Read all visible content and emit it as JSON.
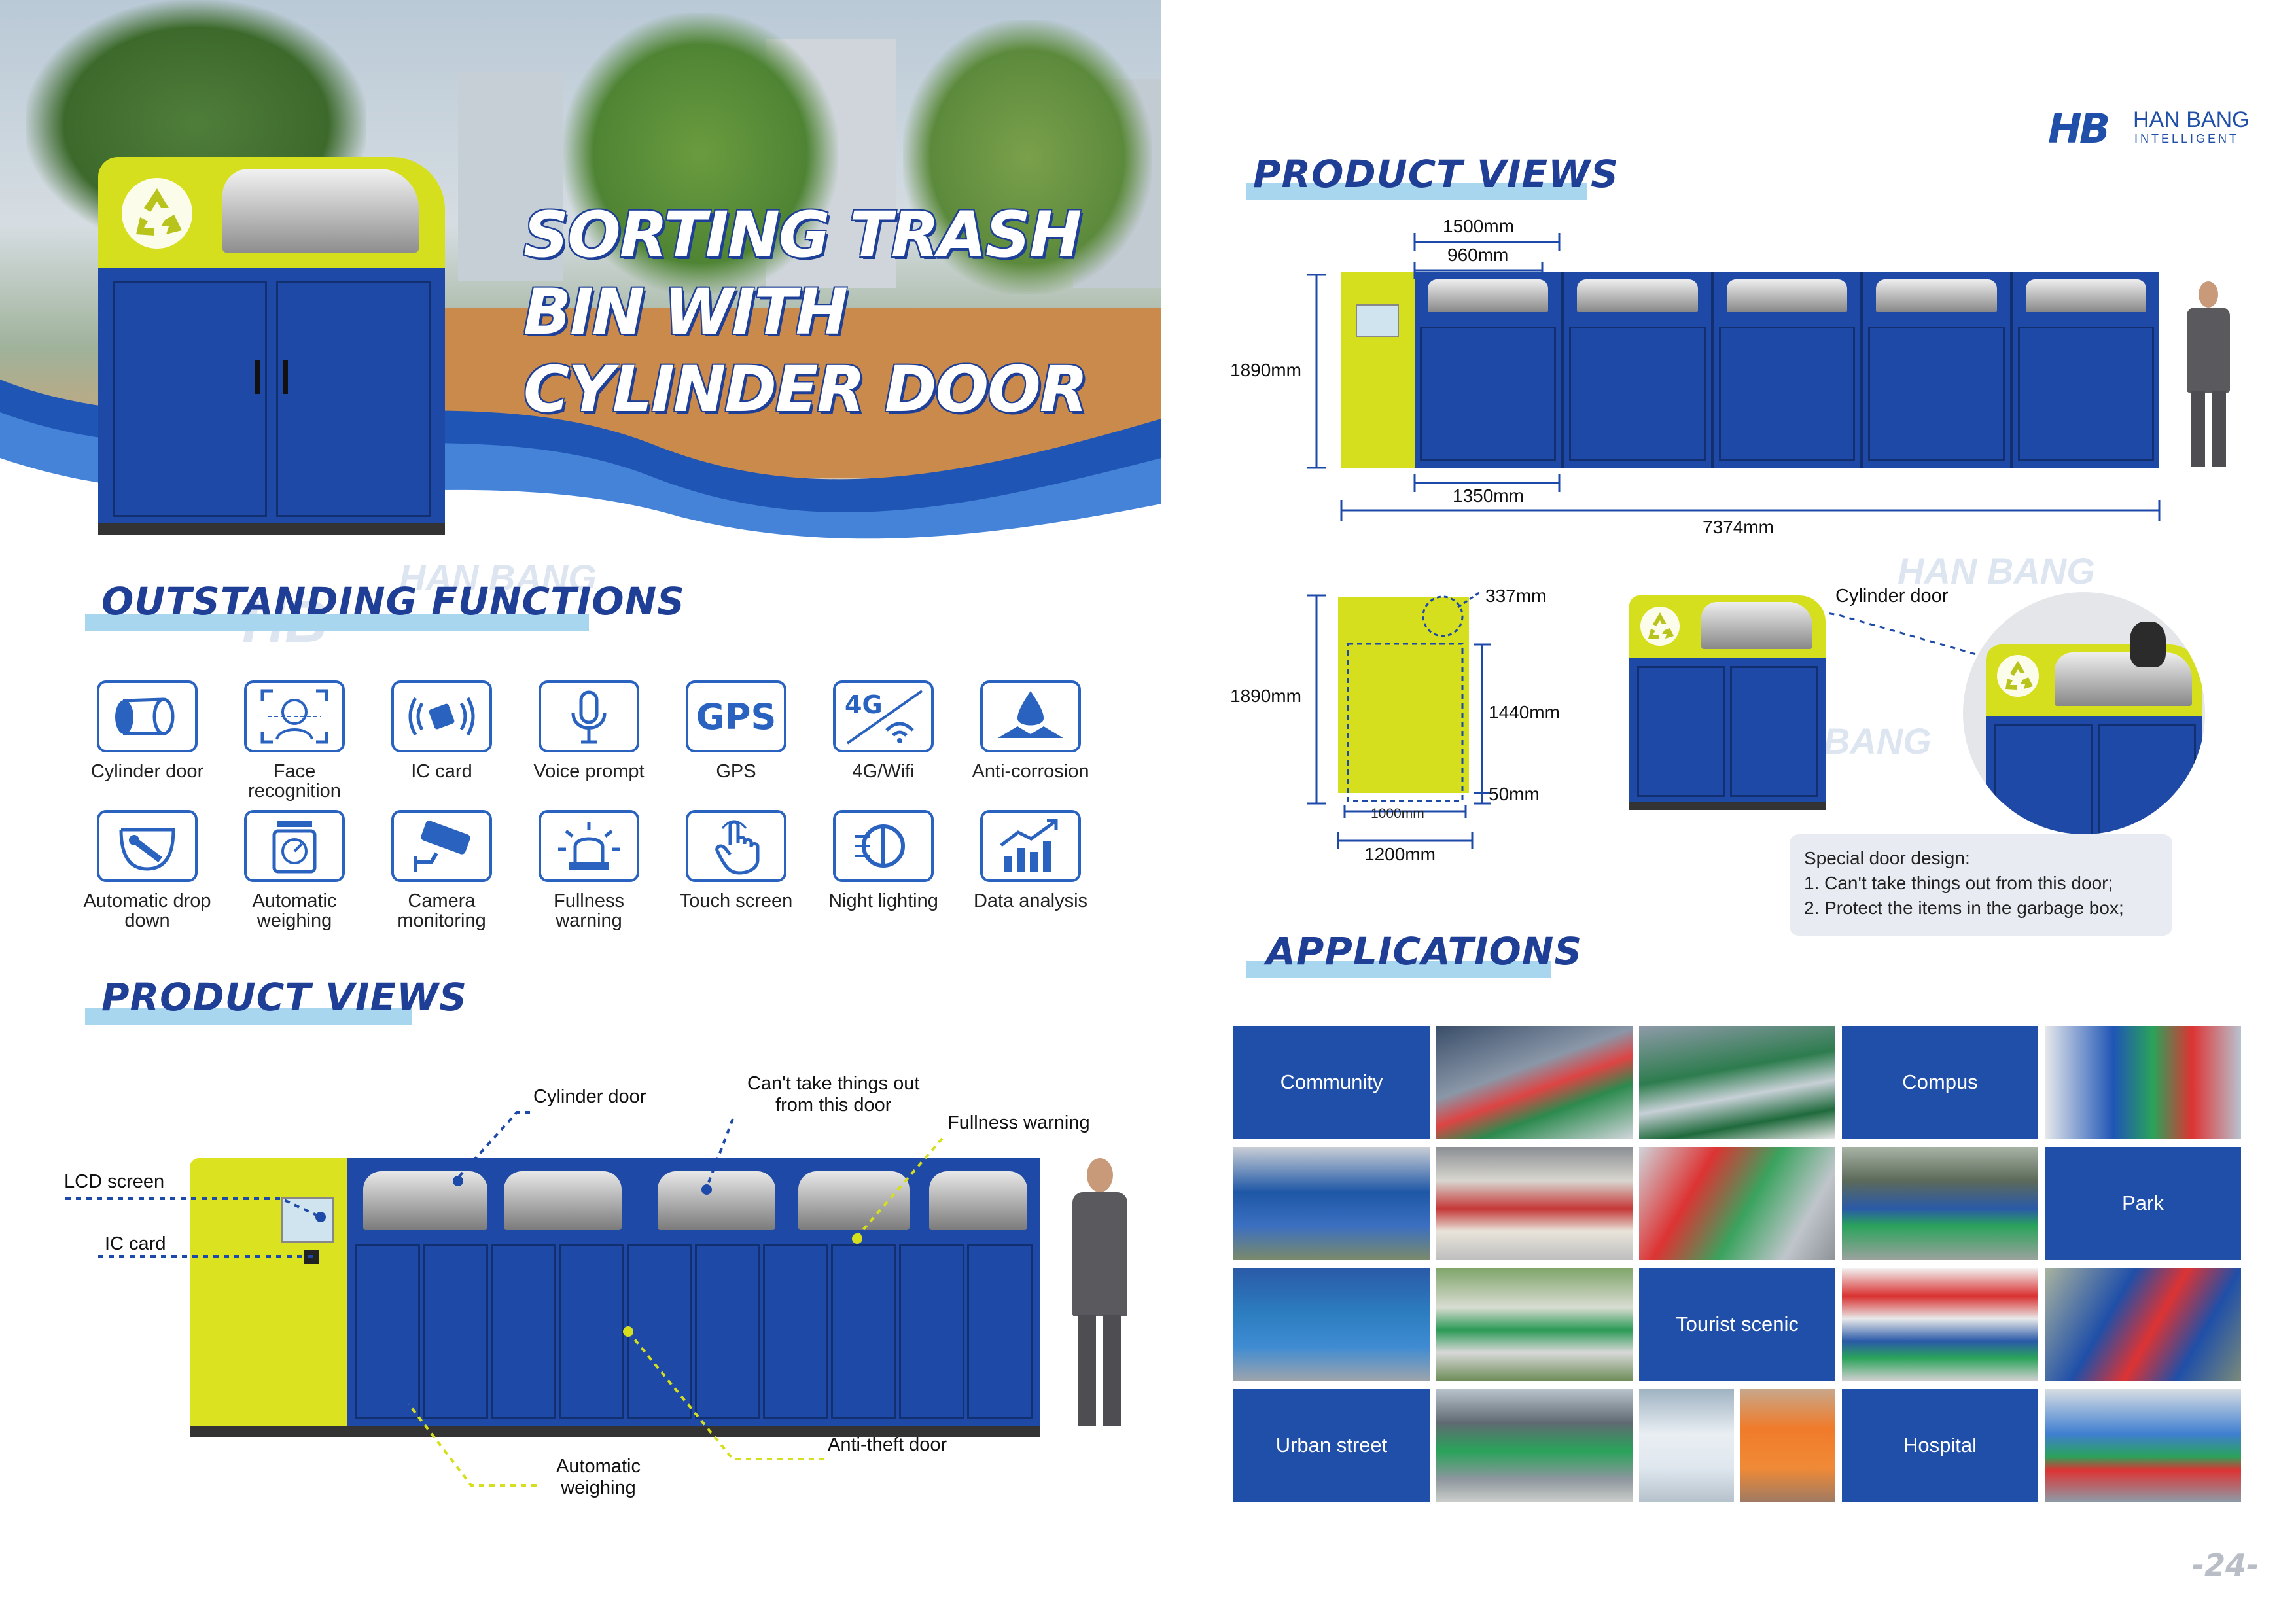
{
  "hero": {
    "title_lines": [
      "SORTING TRASH",
      "BIN WITH",
      "CYLINDER DOOR"
    ]
  },
  "brand": {
    "logo_letters": "HB",
    "name": "HAN BANG",
    "sub": "INTELLIGENT"
  },
  "sections": {
    "functions": "OUTSTANDING FUNCTIONS",
    "product_views_left": "PRODUCT VIEWS",
    "product_views_right": "PRODUCT VIEWS",
    "applications": "APPLICATIONS"
  },
  "features": [
    {
      "label": "Cylinder door",
      "icon": "cylinder-icon"
    },
    {
      "label": "Face recognition",
      "icon": "face-scan-icon"
    },
    {
      "label": "IC card",
      "icon": "nfc-card-icon"
    },
    {
      "label": "Voice prompt",
      "icon": "microphone-icon"
    },
    {
      "label": "GPS",
      "icon": "gps-text-icon"
    },
    {
      "label": "4G/Wifi",
      "icon": "4g-wifi-icon"
    },
    {
      "label": "Anti-corrosion",
      "icon": "water-drop-icon"
    },
    {
      "label": "Automatic drop down",
      "icon": "drop-down-icon"
    },
    {
      "label": "Automatic weighing",
      "icon": "scale-icon"
    },
    {
      "label": "Camera monitoring",
      "icon": "camera-icon"
    },
    {
      "label": "Fullness warning",
      "icon": "alarm-light-icon"
    },
    {
      "label": "Touch screen",
      "icon": "touch-hand-icon"
    },
    {
      "label": "Night lighting",
      "icon": "light-icon"
    },
    {
      "label": "Data analysis",
      "icon": "chart-icon"
    }
  ],
  "left_callouts": {
    "cylinder_door": "Cylinder door",
    "cant_take_1": "Can't take things out",
    "cant_take_2": "from this door",
    "fullness": "Fullness warning",
    "lcd": "LCD screen",
    "ic_card": "IC card",
    "anti_theft": "Anti-theft door",
    "weighing_1": "Automatic",
    "weighing_2": "weighing"
  },
  "dimensions": {
    "top_1500": "1500mm",
    "top_960": "960mm",
    "height_1890": "1890mm",
    "width_1350": "1350mm",
    "total_7374": "7374mm",
    "side_337": "337mm",
    "side_1890": "1890mm",
    "side_1440": "1440mm",
    "side_50": "50mm",
    "side_1000": "1000mm",
    "side_1200": "1200mm"
  },
  "right_callouts": {
    "cylinder_door": "Cylinder door",
    "note_title": "Special door design:",
    "note_1": "1. Can't take things out from this door;",
    "note_2": "2. Protect the items in the garbage box;"
  },
  "applications": {
    "tiles": [
      "Community",
      "Compus",
      "Park",
      "Tourist scenic",
      "Urban street",
      "Hospital"
    ]
  },
  "page_number": "-24-",
  "colors": {
    "brand_blue": "#1f4fa8",
    "bin_blue": "#1f49a6",
    "bin_yellow": "#d5df1e",
    "title_blue": "#1f3f96",
    "bar_blue": "#a9d6ef"
  }
}
